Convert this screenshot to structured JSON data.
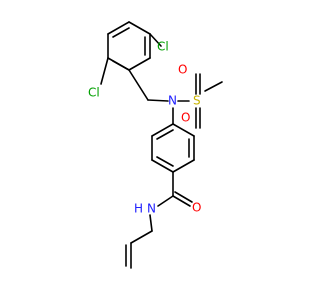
{
  "molecule": {
    "atoms": {
      "cl_top": "Cl",
      "cl_left": "Cl",
      "nitrogen_sulfonamide": "N",
      "sulfur": "S",
      "oxygen_sulfonyl_top": "O",
      "oxygen_sulfonyl_bottom": "O",
      "oxygen_carbonyl": "O",
      "nitrogen_amide": "N",
      "hydrogen_amide": "H"
    },
    "colors": {
      "bond": "#000000",
      "carbon": "#000000",
      "chlorine": "#00a000",
      "nitrogen": "#2020ff",
      "oxygen": "#ff0000",
      "sulfur": "#c8b400"
    }
  }
}
